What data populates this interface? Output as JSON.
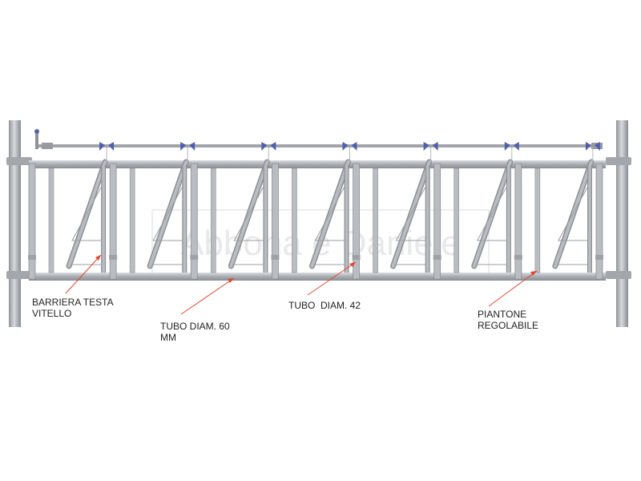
{
  "labels": {
    "barriera": "BARRIERA TESTA\nVITELLO",
    "tubo60": "TUBO DIAM. 60\nMM",
    "tubo42": "TUBO  DIAM. 42",
    "piantone": "PIANTONE\nREGOLABILE"
  },
  "watermark": "Abbona e Daniele",
  "colors": {
    "pipe": "#b9bcc0",
    "pipe_edge": "#8c8f94",
    "lever": "#4f5fb0",
    "leader": "#e0462f",
    "text": "#222222"
  },
  "bays": 7
}
